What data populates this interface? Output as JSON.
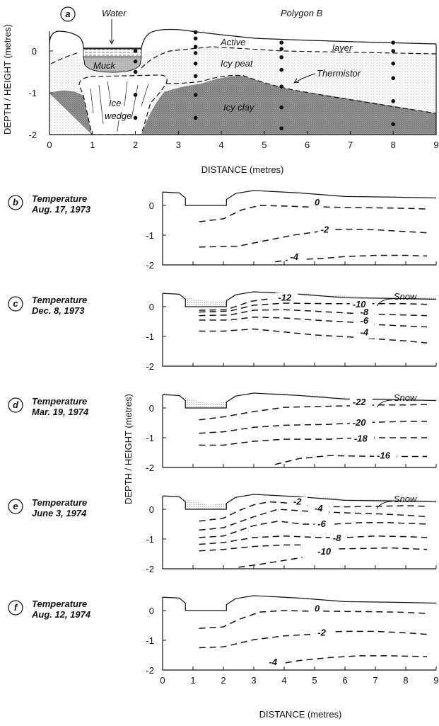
{
  "panel_a": {
    "letter": "a",
    "polygon_label": "Polygon B",
    "labels": {
      "water": "Water",
      "active": "Active",
      "layer": "layer",
      "muck": "Muck",
      "icy_peat": "Icy peat",
      "thermistor": "Thermistor",
      "ice": "Ice",
      "wedge": "wedge",
      "icy_clay": "Icy clay"
    },
    "y_axis_label": "DEPTH / HEIGHT (metres)",
    "x_axis_label": "DISTANCE (metres)",
    "y_ticks": [
      "0",
      "-1",
      "-2"
    ],
    "x_ticks": [
      "0",
      "1",
      "2",
      "3",
      "4",
      "5",
      "6",
      "7",
      "8",
      "9"
    ],
    "thermistors": [
      {
        "x": 2.0,
        "depths": [
          0.0,
          -0.25,
          -0.5,
          -1.05,
          -1.6
        ]
      },
      {
        "x": 3.4,
        "depths": [
          0.45,
          0.3,
          0.1,
          -0.05,
          -0.3,
          -0.6,
          -1.05,
          -1.6
        ]
      },
      {
        "x": 5.4,
        "depths": [
          0.2,
          0.05,
          -0.15,
          -0.45,
          -0.85,
          -1.35,
          -1.85
        ]
      },
      {
        "x": 8.0,
        "depths": [
          0.2,
          0.0,
          -0.3,
          -0.65,
          -1.2,
          -1.75
        ]
      }
    ]
  },
  "temperature_panels": [
    {
      "letter": "b",
      "title": "Temperature",
      "date": "Aug. 17, 1973",
      "snow": false,
      "snow_label": "",
      "isotherms": [
        {
          "label": "0",
          "label_at": [
            5.0,
            0.0
          ],
          "points": [
            [
              1.2,
              -0.55
            ],
            [
              2.0,
              -0.45
            ],
            [
              2.6,
              -0.15
            ],
            [
              3.2,
              0.0
            ],
            [
              4.0,
              -0.02
            ],
            [
              4.75,
              -0.05
            ],
            [
              5.3,
              -0.05
            ],
            [
              6,
              -0.07
            ],
            [
              7,
              -0.08
            ],
            [
              8,
              -0.1
            ],
            [
              8.7,
              -0.12
            ]
          ]
        },
        {
          "label": "-2",
          "label_at": [
            5.2,
            -0.92
          ],
          "points": [
            [
              1.2,
              -1.4
            ],
            [
              2.5,
              -1.37
            ],
            [
              3.3,
              -1.2
            ],
            [
              4.3,
              -1.0
            ],
            [
              5.0,
              -0.9
            ],
            [
              5.5,
              -0.82
            ],
            [
              6.2,
              -0.8
            ],
            [
              7,
              -0.82
            ],
            [
              8,
              -0.88
            ],
            [
              8.7,
              -0.92
            ]
          ]
        },
        {
          "label": "-4",
          "label_at": [
            4.2,
            -1.83
          ],
          "points": [
            [
              3.7,
              -1.9
            ],
            [
              4.0,
              -1.85
            ],
            [
              4.5,
              -1.82
            ],
            [
              5.3,
              -1.78
            ],
            [
              6,
              -1.72
            ],
            [
              7,
              -1.68
            ],
            [
              8,
              -1.68
            ],
            [
              8.7,
              -1.7
            ]
          ]
        }
      ]
    },
    {
      "letter": "c",
      "title": "Temperature",
      "date": "Dec. 8, 1973",
      "snow": true,
      "snow_label": "Snow",
      "isotherms": [
        {
          "label": "-12",
          "label_at": [
            3.8,
            0.2
          ],
          "points": [
            [
              1.2,
              -0.12
            ],
            [
              2.1,
              -0.1
            ],
            [
              2.9,
              0.18
            ],
            [
              3.4,
              0.25
            ],
            [
              3.6,
              0.25
            ]
          ]
        },
        {
          "label": "-10",
          "label_at": [
            6.25,
            -0.02
          ],
          "points": [
            [
              1.2,
              -0.18
            ],
            [
              2.2,
              -0.15
            ],
            [
              3.0,
              0.05
            ],
            [
              4.0,
              0.12
            ],
            [
              5.5,
              0.1
            ],
            [
              6.0,
              0.1
            ],
            [
              7,
              0.1
            ],
            [
              8,
              0.1
            ],
            [
              8.7,
              0.08
            ]
          ]
        },
        {
          "label": "-8",
          "label_at": [
            6.5,
            -0.28
          ],
          "points": [
            [
              1.2,
              -0.3
            ],
            [
              2.2,
              -0.28
            ],
            [
              3.0,
              -0.12
            ],
            [
              4,
              -0.1
            ],
            [
              5,
              -0.15
            ],
            [
              6.2,
              -0.22
            ],
            [
              7,
              -0.25
            ],
            [
              8,
              -0.28
            ],
            [
              8.7,
              -0.3
            ]
          ]
        },
        {
          "label": "-6",
          "label_at": [
            6.5,
            -0.57
          ],
          "points": [
            [
              1.2,
              -0.45
            ],
            [
              2.2,
              -0.45
            ],
            [
              3.0,
              -0.35
            ],
            [
              4,
              -0.38
            ],
            [
              5,
              -0.45
            ],
            [
              6.2,
              -0.52
            ],
            [
              7,
              -0.6
            ],
            [
              8,
              -0.65
            ],
            [
              8.7,
              -0.68
            ]
          ]
        },
        {
          "label": "-4",
          "label_at": [
            6.5,
            -0.97
          ],
          "points": [
            [
              1.2,
              -0.82
            ],
            [
              2.0,
              -0.82
            ],
            [
              3.0,
              -0.75
            ],
            [
              4,
              -0.85
            ],
            [
              5,
              -0.95
            ],
            [
              6.2,
              -1.02
            ],
            [
              7,
              -1.08
            ],
            [
              8,
              -1.15
            ],
            [
              8.7,
              -1.22
            ]
          ]
        }
      ]
    },
    {
      "letter": "d",
      "title": "Temperature",
      "date": "Mar. 19, 1974",
      "snow": true,
      "snow_label": "Snow",
      "isotherms": [
        {
          "label": "-22",
          "label_at": [
            6.25,
            0.1
          ],
          "points": [
            [
              1.2,
              -0.4
            ],
            [
              2.0,
              -0.3
            ],
            [
              3.0,
              -0.12
            ],
            [
              4,
              0.02
            ],
            [
              5,
              0.05
            ],
            [
              6.0,
              0.07
            ],
            [
              7,
              0.1
            ],
            [
              8,
              0.1
            ],
            [
              8.7,
              0.12
            ]
          ]
        },
        {
          "label": "-20",
          "label_at": [
            6.25,
            -0.6
          ],
          "points": [
            [
              1.2,
              -0.85
            ],
            [
              2.0,
              -0.8
            ],
            [
              3.0,
              -0.65
            ],
            [
              4,
              -0.58
            ],
            [
              5.5,
              -0.55
            ],
            [
              6.0,
              -0.52
            ],
            [
              7,
              -0.48
            ],
            [
              8,
              -0.45
            ],
            [
              8.7,
              -0.45
            ]
          ]
        },
        {
          "label": "-18",
          "label_at": [
            6.3,
            -1.13
          ],
          "points": [
            [
              1.2,
              -1.25
            ],
            [
              2.0,
              -1.25
            ],
            [
              3.0,
              -1.12
            ],
            [
              4,
              -1.05
            ],
            [
              5.5,
              -1.05
            ],
            [
              6.0,
              -1.02
            ],
            [
              7,
              -1.0
            ],
            [
              8,
              -1.0
            ],
            [
              8.7,
              -1.0
            ]
          ]
        },
        {
          "label": "-16",
          "label_at": [
            7.05,
            -1.7
          ],
          "points": [
            [
              3.7,
              -1.9
            ],
            [
              4.5,
              -1.7
            ],
            [
              5.5,
              -1.6
            ],
            [
              6.5,
              -1.62
            ],
            [
              7.5,
              -1.63
            ],
            [
              8.7,
              -1.63
            ]
          ]
        }
      ]
    },
    {
      "letter": "e",
      "title": "Temperature",
      "date": "June 3, 1974",
      "snow": true,
      "snow_label": "Snow",
      "isotherms": [
        {
          "label": "-2",
          "label_at": [
            4.3,
            0.15
          ],
          "points": [
            [
              1.2,
              -0.4
            ],
            [
              2.0,
              -0.3
            ],
            [
              2.5,
              -0.05
            ],
            [
              3.0,
              0.15
            ],
            [
              3.5,
              0.25
            ],
            [
              4,
              0.22
            ],
            [
              4.5,
              0.15
            ],
            [
              5,
              0.1
            ],
            [
              6,
              0.08
            ],
            [
              7,
              0.1
            ],
            [
              8,
              0.12
            ],
            [
              8.7,
              0.1
            ]
          ]
        },
        {
          "label": "-4",
          "label_at": [
            5.0,
            -0.07
          ],
          "points": [
            [
              1.2,
              -0.7
            ],
            [
              2.0,
              -0.62
            ],
            [
              3.0,
              -0.25
            ],
            [
              3.8,
              0.0
            ],
            [
              4.5,
              -0.05
            ],
            [
              5.5,
              -0.1
            ],
            [
              6,
              -0.12
            ],
            [
              7,
              -0.15
            ],
            [
              8,
              -0.2
            ],
            [
              8.7,
              -0.25
            ]
          ]
        },
        {
          "label": "-6",
          "label_at": [
            5.1,
            -0.6
          ],
          "points": [
            [
              1.2,
              -0.95
            ],
            [
              2.0,
              -0.9
            ],
            [
              3.0,
              -0.55
            ],
            [
              3.8,
              -0.4
            ],
            [
              4.6,
              -0.5
            ],
            [
              5.6,
              -0.5
            ],
            [
              6.5,
              -0.45
            ],
            [
              7.5,
              -0.45
            ],
            [
              8.7,
              -0.5
            ]
          ]
        },
        {
          "label": "-8",
          "label_at": [
            5.6,
            -1.07
          ],
          "points": [
            [
              1.2,
              -1.18
            ],
            [
              2.0,
              -1.12
            ],
            [
              3.0,
              -0.95
            ],
            [
              4,
              -0.9
            ],
            [
              5.2,
              -0.95
            ],
            [
              6.0,
              -0.95
            ],
            [
              7,
              -0.9
            ],
            [
              8,
              -0.92
            ],
            [
              8.7,
              -0.95
            ]
          ]
        },
        {
          "label": "-10",
          "label_at": [
            5.1,
            -1.52
          ],
          "points": [
            [
              1.2,
              -1.4
            ],
            [
              2.0,
              -1.35
            ],
            [
              3.0,
              -1.25
            ],
            [
              4,
              -1.2
            ],
            [
              4.6,
              -1.2
            ]
          ]
        },
        {
          "label": "",
          "label_at": [
            0,
            0
          ],
          "points": [
            [
              2.5,
              -1.95
            ],
            [
              3.2,
              -1.85
            ],
            [
              4.0,
              -1.72
            ],
            [
              4.6,
              -1.62
            ]
          ]
        },
        {
          "label": "",
          "label_at": [
            0,
            0
          ],
          "points": [
            [
              5.8,
              -1.33
            ],
            [
              6.5,
              -1.32
            ],
            [
              7.5,
              -1.3
            ],
            [
              8.7,
              -1.35
            ]
          ]
        }
      ]
    },
    {
      "letter": "f",
      "title": "Temperature",
      "date": "Aug. 12, 1974",
      "snow": false,
      "snow_label": "",
      "isotherms": [
        {
          "label": "0",
          "label_at": [
            5.0,
            -0.03
          ],
          "points": [
            [
              1.2,
              -0.6
            ],
            [
              2.0,
              -0.55
            ],
            [
              2.5,
              -0.3
            ],
            [
              3.2,
              -0.05
            ],
            [
              4,
              0.0
            ],
            [
              4.75,
              -0.02
            ],
            [
              5.3,
              -0.02
            ],
            [
              6,
              -0.03
            ],
            [
              7,
              -0.04
            ],
            [
              8,
              -0.06
            ],
            [
              8.7,
              -0.1
            ]
          ]
        },
        {
          "label": "-2",
          "label_at": [
            5.1,
            -0.85
          ],
          "points": [
            [
              1.2,
              -1.25
            ],
            [
              2.0,
              -1.22
            ],
            [
              3.0,
              -0.98
            ],
            [
              4,
              -0.85
            ],
            [
              4.9,
              -0.8
            ],
            [
              5.4,
              -0.72
            ],
            [
              6.0,
              -0.7
            ],
            [
              7,
              -0.7
            ],
            [
              8,
              -0.75
            ],
            [
              8.7,
              -0.8
            ]
          ]
        },
        {
          "label": "-4",
          "label_at": [
            3.5,
            -1.83
          ],
          "points": [
            [
              3.7,
              -1.82
            ],
            [
              4.5,
              -1.68
            ],
            [
              5.5,
              -1.58
            ],
            [
              6.5,
              -1.52
            ],
            [
              7.5,
              -1.52
            ],
            [
              8.7,
              -1.55
            ]
          ]
        }
      ]
    }
  ],
  "shared_axis": {
    "y_axis_label": "DEPTH / HEIGHT (metres)",
    "x_axis_label": "DISTANCE (metres)",
    "y_ticks": [
      "0",
      "-1",
      "-2"
    ],
    "x_ticks": [
      "0",
      "1",
      "2",
      "3",
      "4",
      "5",
      "6",
      "7",
      "8",
      "9"
    ]
  }
}
